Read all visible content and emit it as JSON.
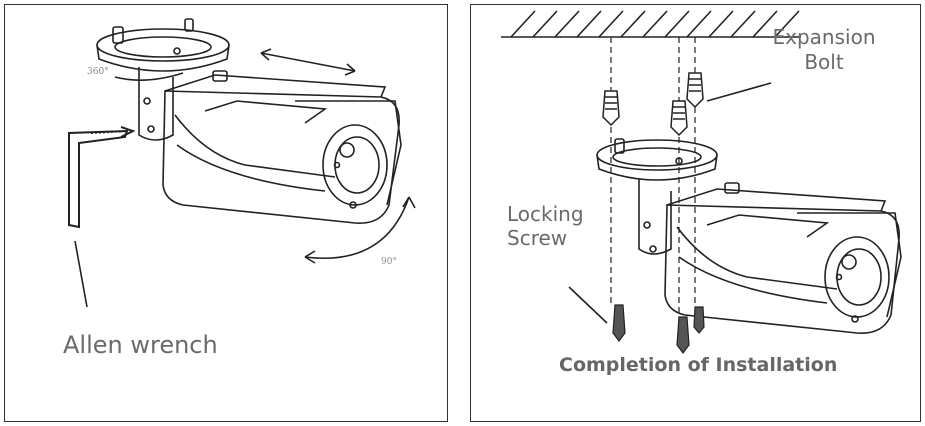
{
  "left_panel": {
    "allen_wrench_label": "Allen wrench",
    "angle_top": "360°",
    "angle_bottom": "90°"
  },
  "right_panel": {
    "expansion_bolt_label_line1": "Expansion",
    "expansion_bolt_label_line2": "Bolt",
    "locking_screw_label_line1": "Locking",
    "locking_screw_label_line2": "Screw",
    "completion_label": "Completion of Installation"
  }
}
